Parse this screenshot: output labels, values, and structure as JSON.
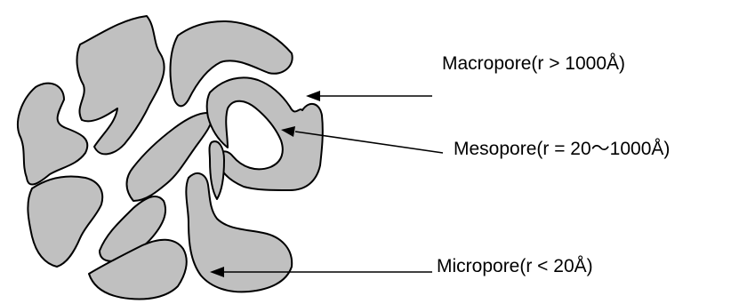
{
  "labels": {
    "macropore": "Macropore(r > 1000Å)",
    "mesopore": "Mesopore(r = 20～1000Å)",
    "micropore": "Micropore(r < 20Å)"
  },
  "colors": {
    "particle_fill": "#c0c0c0",
    "outline": "#000000",
    "background": "#ffffff"
  }
}
